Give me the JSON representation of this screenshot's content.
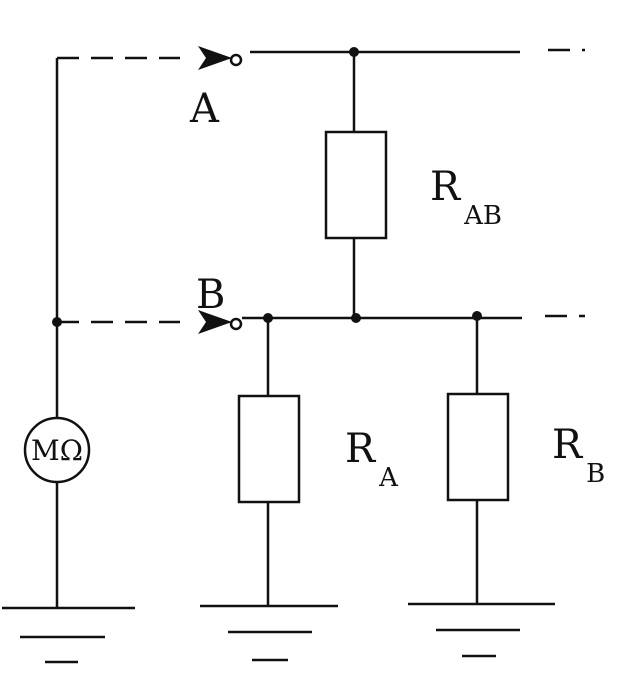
{
  "terminals": {
    "a": "A",
    "b": "B"
  },
  "resistors": {
    "rab": {
      "main": "R",
      "sub": "AB"
    },
    "ra": {
      "main": "R",
      "sub": "A"
    },
    "rb": {
      "main": "R",
      "sub": "B"
    }
  },
  "meter": {
    "label": "MΩ"
  }
}
